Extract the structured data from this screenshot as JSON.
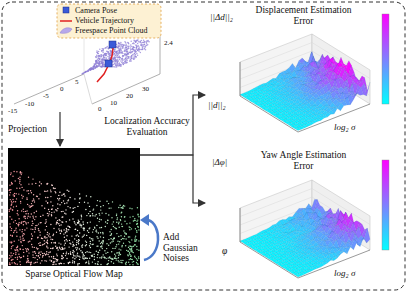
{
  "diagram": {
    "nodes": [
      {
        "text": [
          "Sparse Optical Flow Map"
        ]
      },
      {
        "text": [
          "Displacement Estimation Error"
        ]
      },
      {
        "text": [
          "Yaw Angle Estimation Error"
        ]
      }
    ],
    "edges": [
      {
        "from": 0,
        "to": 1,
        "arrow": "to",
        "label": "Localization Accuracy Evaluation"
      },
      {
        "from": 0,
        "to": 2,
        "arrow": "to"
      }
    ],
    "labels": [
      "2.4",
      "-15",
      "-10",
      "-5",
      "0",
      "5",
      "0",
      "10",
      "20",
      "30",
      "Projection",
      "Add Gaussian Noises",
      "||Δd||₂",
      "||d||₂",
      "log₂ σ",
      "|Δφ|",
      "φ",
      "log₂ σ"
    ],
    "legend": [
      {
        "text": "Camera Pose"
      },
      {
        "text": "Vehicle Trajectory"
      },
      {
        "text": "Freespace Point Cloud"
      }
    ]
  }
}
